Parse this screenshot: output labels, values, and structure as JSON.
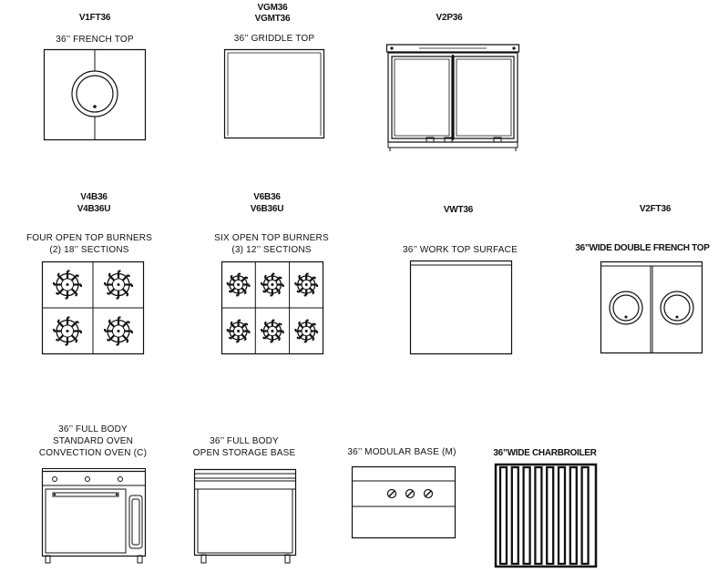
{
  "items": [
    {
      "code": "V1FT36",
      "desc": "36’’ FRENCH TOP",
      "icon": "french-top-icon"
    },
    {
      "code1": "VGM36",
      "code2": "VGMT36",
      "desc": "36’’ GRIDDLE TOP",
      "icon": "griddle-top-icon"
    },
    {
      "code": "V2P36",
      "icon": "two-pan-unit-icon"
    },
    {
      "code1": "V4B36",
      "code2": "V4B36U",
      "desc1": "FOUR OPEN TOP BURNERS",
      "desc2": "(2) 18’’ SECTIONS",
      "icon": "four-burner-icon"
    },
    {
      "code1": "V6B36",
      "code2": "V6B36U",
      "desc1": "SIX OPEN TOP BURNERS",
      "desc2": "(3) 12’’ SECTIONS",
      "icon": "six-burner-icon"
    },
    {
      "code": "VWT36",
      "desc": "36’’ WORK TOP SURFACE",
      "icon": "work-top-icon"
    },
    {
      "code": "V2FT36",
      "desc": "36”WIDE DOUBLE FRENCH TOP",
      "icon": "double-french-top-icon"
    },
    {
      "desc1": "36’’ FULL BODY",
      "desc2": "STANDARD OVEN",
      "desc3": "CONVECTION OVEN (C)",
      "icon": "oven-base-icon"
    },
    {
      "desc1": "36’’ FULL BODY",
      "desc2": "OPEN STORAGE BASE",
      "icon": "storage-base-icon"
    },
    {
      "desc": "36’’ MODULAR BASE (M)",
      "icon": "modular-base-icon"
    },
    {
      "desc": "36”WIDE CHARBROILER",
      "icon": "charbroiler-icon"
    }
  ]
}
